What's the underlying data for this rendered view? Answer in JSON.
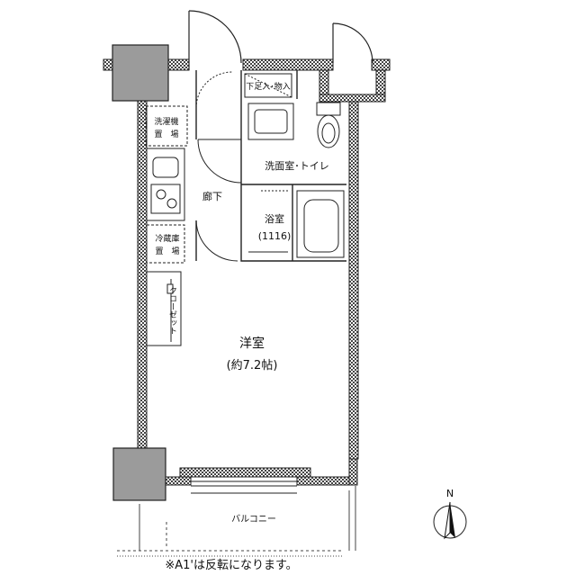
{
  "rooms": {
    "western_room": {
      "name": "洋室",
      "size": "(約7.2帖)"
    },
    "washroom_toilet": {
      "name": "洗面室･トイレ"
    },
    "bathroom": {
      "name": "浴室",
      "size": "(1116)"
    },
    "corridor": {
      "name": "廊下"
    },
    "balcony": {
      "name": "バルコニー"
    }
  },
  "fixtures": {
    "shoe_storage": "下足入･物入",
    "washer_line1": "洗濯機",
    "washer_line2": "置　場",
    "fridge_line1": "冷蔵庫",
    "fridge_line2": "置　場",
    "closet": "クローゼット"
  },
  "compass": {
    "label": "N"
  },
  "footnote": "※A1'は反転になります。"
}
